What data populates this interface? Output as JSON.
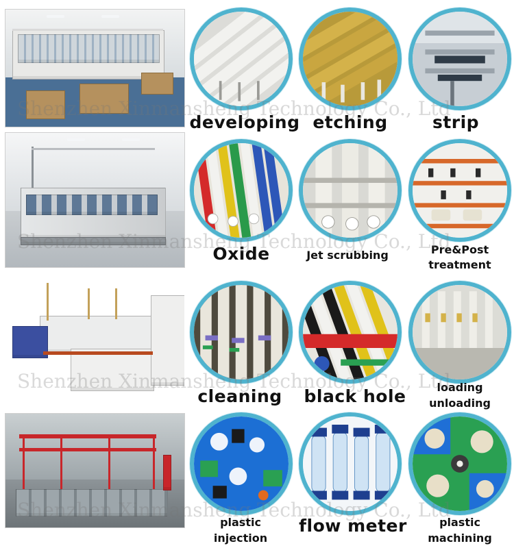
{
  "watermark_text": "Shenzhen Xinmanshen​g Technology Co., Ltd",
  "labels": {
    "developing": "developing",
    "etching": "etching",
    "strip": "strip",
    "oxide": "Oxide",
    "jet_scrubbing": "Jet scrubbing",
    "pre_post_line1": "Pre&Post",
    "pre_post_line2": "treatment",
    "cleaning": "cleaning",
    "black_hole": "black hole",
    "loading_line1": "loading",
    "loading_line2": "unloading",
    "plastic_injection_line1": "plastic",
    "plastic_injection_line2": "injection",
    "flow_meter": "flow meter",
    "plastic_machining_line1": "plastic",
    "plastic_machining_line2": "machining"
  },
  "colors": {
    "circle_border": "#4fb3ce",
    "roller_white": "#f2f2ef",
    "roller_yellow": "#c9a640",
    "roller_red": "#d42a2a",
    "roller_blue": "#2d57b8",
    "roller_green": "#2a9a4a",
    "roller_black": "#1a1a1a",
    "hex_blue": "#1f6fd6",
    "hex_green": "#2aa052",
    "line_red": "#c8262a"
  }
}
